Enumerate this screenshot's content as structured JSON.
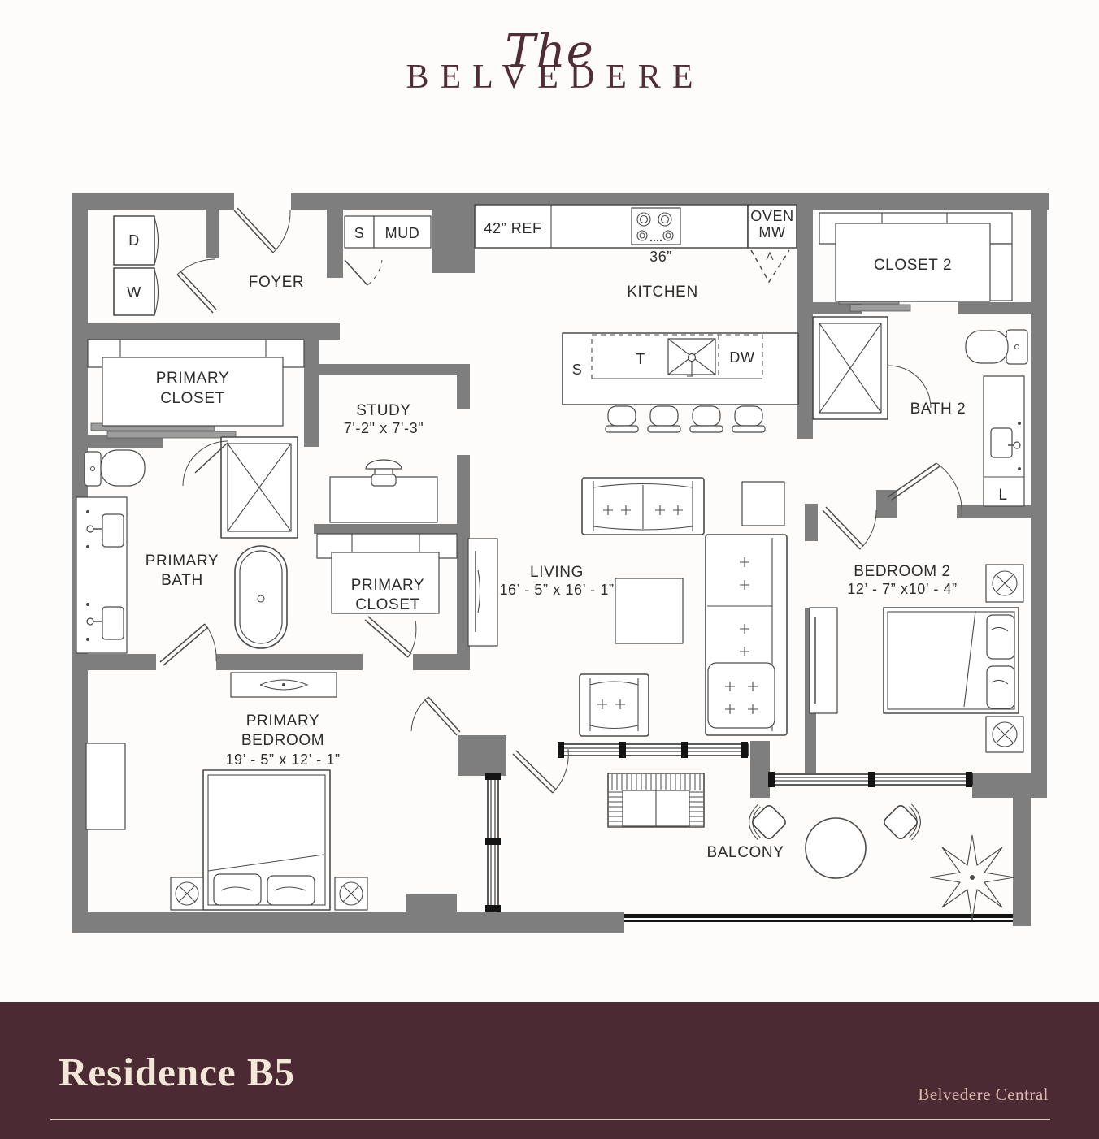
{
  "header": {
    "script": "The",
    "wordmark": "BELVEDERE"
  },
  "plan": {
    "labels": {
      "dryer": "D",
      "washer": "W",
      "foyer": "FOYER",
      "closet_sink": "S",
      "mud": "MUD",
      "ref": "42” REF",
      "range_width": "36”",
      "oven1": "OVEN",
      "oven2": "MW",
      "kitchen": "KITCHEN",
      "closet2": "CLOSET 2",
      "island_s": "S",
      "island_t": "T",
      "island_dw": "DW",
      "pcloset1_a": "PRIMARY",
      "pcloset1_b": "CLOSET",
      "study": "STUDY",
      "study_dims": "7'-2\" x 7'-3\"",
      "bath2": "BATH 2",
      "linen": "L",
      "pbath_a": "PRIMARY",
      "pbath_b": "BATH",
      "pcloset2_a": "PRIMARY",
      "pcloset2_b": "CLOSET",
      "living": "LIVING",
      "living_dims": "16’ - 5” x 16’ - 1”",
      "bedroom2": "BEDROOM 2",
      "bedroom2_dims": "12’ - 7” x10’ - 4”",
      "pbed_a": "PRIMARY",
      "pbed_b": "BEDROOM",
      "pbed_dims": "19’ - 5” x 12’ - 1”",
      "balcony": "BALCONY"
    }
  },
  "footer": {
    "residence": "Residence B5",
    "location": "Belvedere Central"
  },
  "colors": {
    "brand": "#512d37",
    "footer_bg": "#4c2a33",
    "footer_title": "#f3e8d7",
    "footer_subtitle": "#d9b6ae",
    "wall_gray": "#7e7e7e",
    "line_gray": "#4a4a4a",
    "label_text": "#2d2d2d"
  }
}
